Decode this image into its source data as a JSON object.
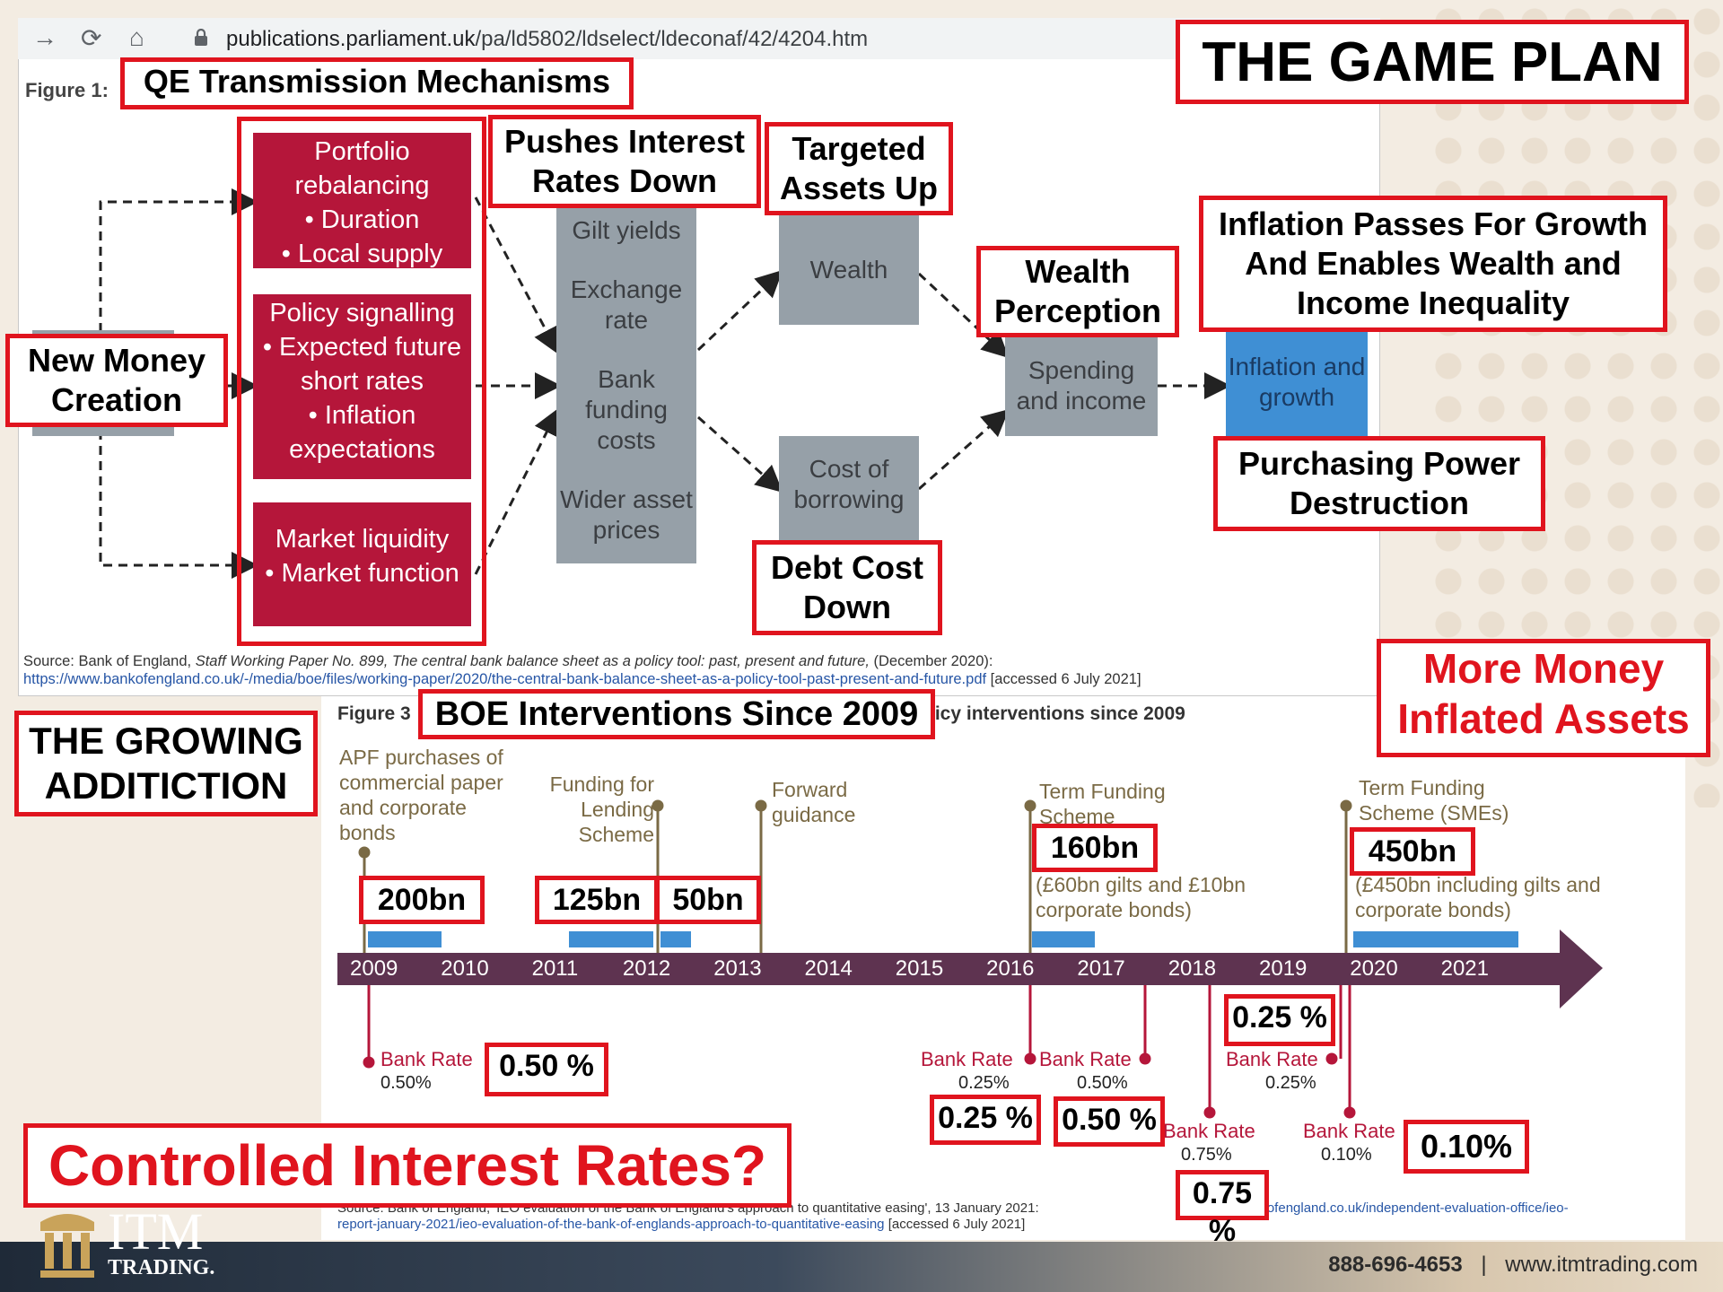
{
  "browser": {
    "url_domain": "publications.parliament.uk",
    "url_path": "/pa/ld5802/ldselect/ldeconaf/42/4204.htm"
  },
  "figure1": {
    "label": "Figure 1:",
    "boxes": {
      "portfolio_title": "Portfolio rebalancing",
      "portfolio_b1": "• Duration",
      "portfolio_b2": "• Local supply",
      "signal_title": "Policy signalling",
      "signal_b1": "• Expected future short rates",
      "signal_b2": "• Inflation expectations",
      "liquidity_title": "Market liquidity",
      "liquidity_b1": "• Market function",
      "gilt": "Gilt yields",
      "exchange": "Exchange rate",
      "funding": "Bank funding costs",
      "wider": "Wider asset prices",
      "wealth": "Wealth",
      "cost": "Cost of borrowing",
      "spending": "Spending and income",
      "inflation": "Inflation and growth"
    },
    "source_text": "Source: Bank of England, ",
    "source_italic": "Staff Working Paper No. 899, The central bank balance sheet as a policy tool: past, present and future,",
    "source_tail": " (December 2020):",
    "source_link": "https://www.bankofengland.co.uk/-/media/boe/files/working-paper/2020/the-central-bank-balance-sheet-as-a-policy-tool-past-present-and-future.pdf",
    "source_accessed": " [accessed 6 July 2021]"
  },
  "callouts": {
    "game_plan": "THE GAME PLAN",
    "qe_title": "QE Transmission Mechanisms",
    "pushes": "Pushes Interest Rates Down",
    "targeted": "Targeted Assets Up",
    "wealth_perception": "Wealth Perception",
    "inflation_passes": "Inflation Passes For Growth\nAnd Enables Wealth and Income Inequality",
    "new_money": "New Money Creation",
    "purchasing": "Purchasing Power Destruction",
    "debt_cost": "Debt Cost Down",
    "more_money": "More Money Inflated Assets",
    "growing": "THE GROWING ADDITICTION",
    "boe": "BOE Interventions Since 2009",
    "controlled": "Controlled Interest Rates?",
    "v200": "200bn",
    "v125": "125bn",
    "v50": "50bn",
    "v160": "160bn",
    "v450": "450bn",
    "r050a": "0.50 %",
    "r025top": "0.25 %",
    "r025": "0.25 %",
    "r050b": "0.50 %",
    "r075": "0.75 %",
    "r010": "0.10%"
  },
  "figure3": {
    "label": "Figure 3",
    "title_tail": "licy interventions since 2009",
    "years": [
      "2009",
      "2010",
      "2011",
      "2012",
      "2013",
      "2014",
      "2015",
      "2016",
      "2017",
      "2018",
      "2019",
      "2020",
      "2021"
    ],
    "events": {
      "apf": "APF purchases of commercial paper and corporate bonds",
      "fls": "Funding for Lending Scheme",
      "fg": "Forward guidance",
      "tfs": "Term Funding Scheme",
      "tfs_note": "(£60bn gilts and £10bn corporate bonds)",
      "tfsme": "Term Funding Scheme (SMEs)",
      "tfsme_note": "(£450bn including gilts and corporate bonds)"
    },
    "bank_rate_label": "Bank Rate",
    "rates": {
      "r2009": "0.50%",
      "r2016": "0.25%",
      "r2017": "0.50%",
      "r2018": "0.75%",
      "r2020a": "0.25%",
      "r2020b": "0.10%"
    },
    "source_a": "Source: Bank of England, 'IEO evaluation of the Bank of England's approach to quantitative easing', 13 January 2021:",
    "source_b": "nkofengland.co.uk/independent-evaluation-office/ieo-",
    "source_c": "report-january-2021/ieo-evaluation-of-the-bank-of-englands-approach-to-quantitative-easing",
    "source_d": " [accessed 6 July 2021]"
  },
  "footer": {
    "brand": "ITM",
    "brand_sub": "TRADING.",
    "phone": "888-696-4653",
    "sep": "|",
    "site": "www.itmtrading.com"
  },
  "colors": {
    "callout_red": "#e0141e",
    "crimson": "#b5163a",
    "grey": "#96a0a8",
    "blue": "#3f8fd4",
    "timeline": "#5e3350",
    "olive": "#7a6a45"
  }
}
